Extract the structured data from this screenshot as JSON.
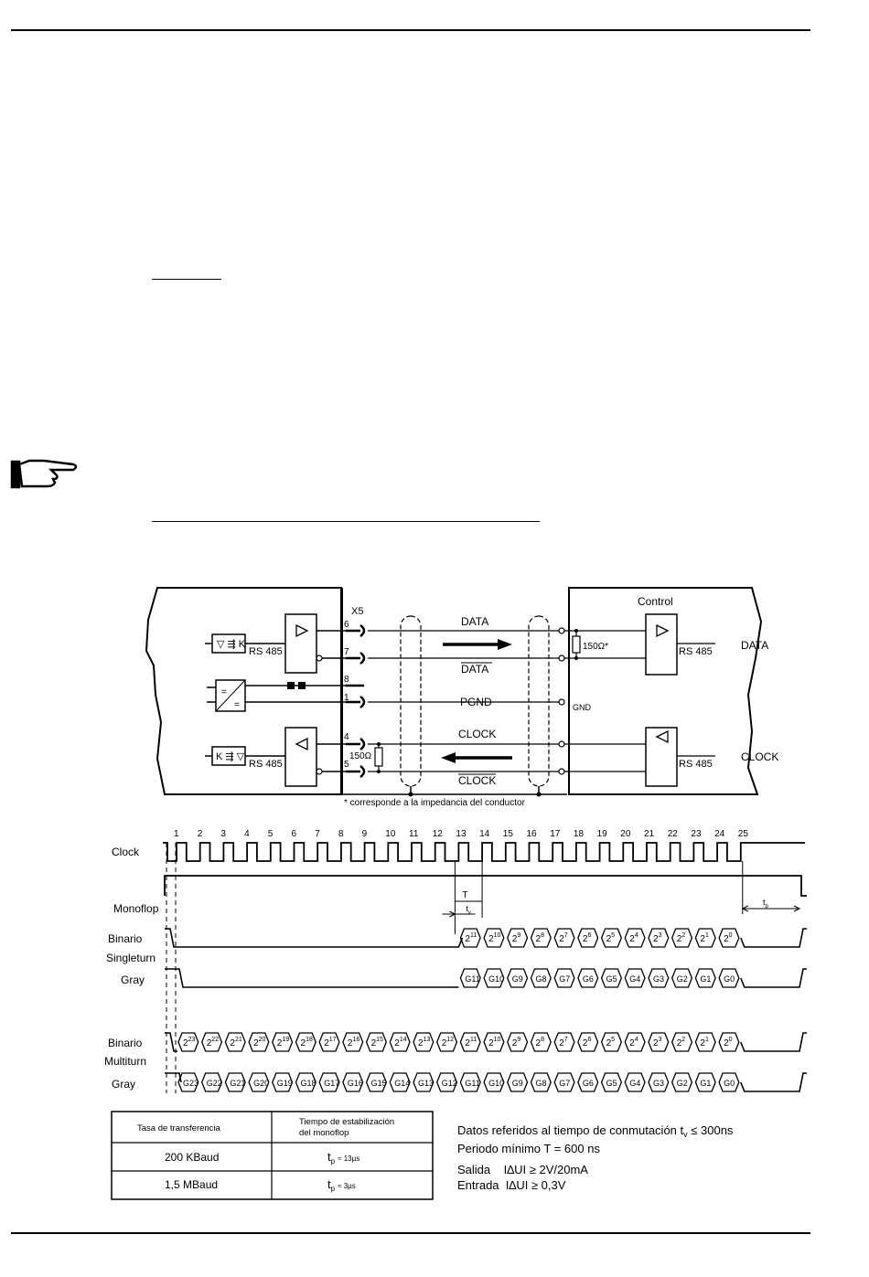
{
  "header_rule": true,
  "footer_rule": true,
  "note_icon": "pointing-hand-icon",
  "connection": {
    "connector_label": "X5",
    "pins": [
      "6",
      "7",
      "8",
      "1",
      "4",
      "5"
    ],
    "signals": {
      "data": "DATA",
      "data_bar": "DATA",
      "pgnd": "PGND",
      "clock": "CLOCK",
      "clock_bar": "CLOCK"
    },
    "rs485": "RS 485",
    "resistor_left": "150Ω",
    "resistor_right": "150Ω*",
    "gnd": "GND",
    "control_title": "Control",
    "right_data": "DATA",
    "right_clock": "CLOCK",
    "footnote": "* corresponde a la impedancia del conductor"
  },
  "timing": {
    "row_labels": {
      "clock": "Clock",
      "monoflop": "Monoflop",
      "binario1": "Binario",
      "singleturn": "Singleturn",
      "gray1": "Gray",
      "binario2": "Binario",
      "multiturn": "Multiturn",
      "gray2": "Gray"
    },
    "clock_numbers": [
      "1",
      "2",
      "3",
      "4",
      "5",
      "6",
      "7",
      "8",
      "9",
      "10",
      "11",
      "12",
      "13",
      "14",
      "15",
      "16",
      "17",
      "18",
      "19",
      "20",
      "21",
      "22",
      "23",
      "24",
      "25"
    ],
    "T_label": "T",
    "tv_label": "t",
    "tv_sub": "v",
    "tp_label": "t",
    "tp_sub": "p",
    "singleturn_exponents": [
      "11",
      "10",
      "9",
      "8",
      "7",
      "6",
      "5",
      "4",
      "3",
      "2",
      "1",
      "0"
    ],
    "multiturn_exponents": [
      "23",
      "22",
      "21",
      "20",
      "19",
      "18",
      "17",
      "16",
      "15",
      "14",
      "13",
      "12",
      "11",
      "10",
      "9",
      "8",
      "7",
      "6",
      "5",
      "4",
      "3",
      "2",
      "1",
      "0"
    ],
    "gray_singleturn": [
      "G11",
      "G10",
      "G9",
      "G8",
      "G7",
      "G6",
      "G5",
      "G4",
      "G3",
      "G2",
      "G1",
      "G0"
    ],
    "gray_multiturn": [
      "G23",
      "G22",
      "G21",
      "G20",
      "G19",
      "G18",
      "G17",
      "G16",
      "G15",
      "G14",
      "G13",
      "G12",
      "G11",
      "G10",
      "G9",
      "G8",
      "G7",
      "G6",
      "G5",
      "G4",
      "G3",
      "G2",
      "G1",
      "G0"
    ]
  },
  "table": {
    "headers": [
      "Tasa de transferencia",
      "Tiempo de estabilización del monoflop"
    ],
    "rows": [
      {
        "rate": "200 KBaud",
        "t": "t",
        "sub": "p",
        "val": "≈ 13µs"
      },
      {
        "rate": "1,5 MBaud",
        "t": "t",
        "sub": "p",
        "val": "≈ 3µs"
      }
    ]
  },
  "notes": [
    "Datos referidos al tiempo de conmutación t",
    "v",
    " ≤ 300ns",
    "Periodo mínimo T = 600 ns",
    "Salida    I∆UI ≥ 2V/20mA",
    "Entrada  I∆UI ≥ 0,3V"
  ]
}
